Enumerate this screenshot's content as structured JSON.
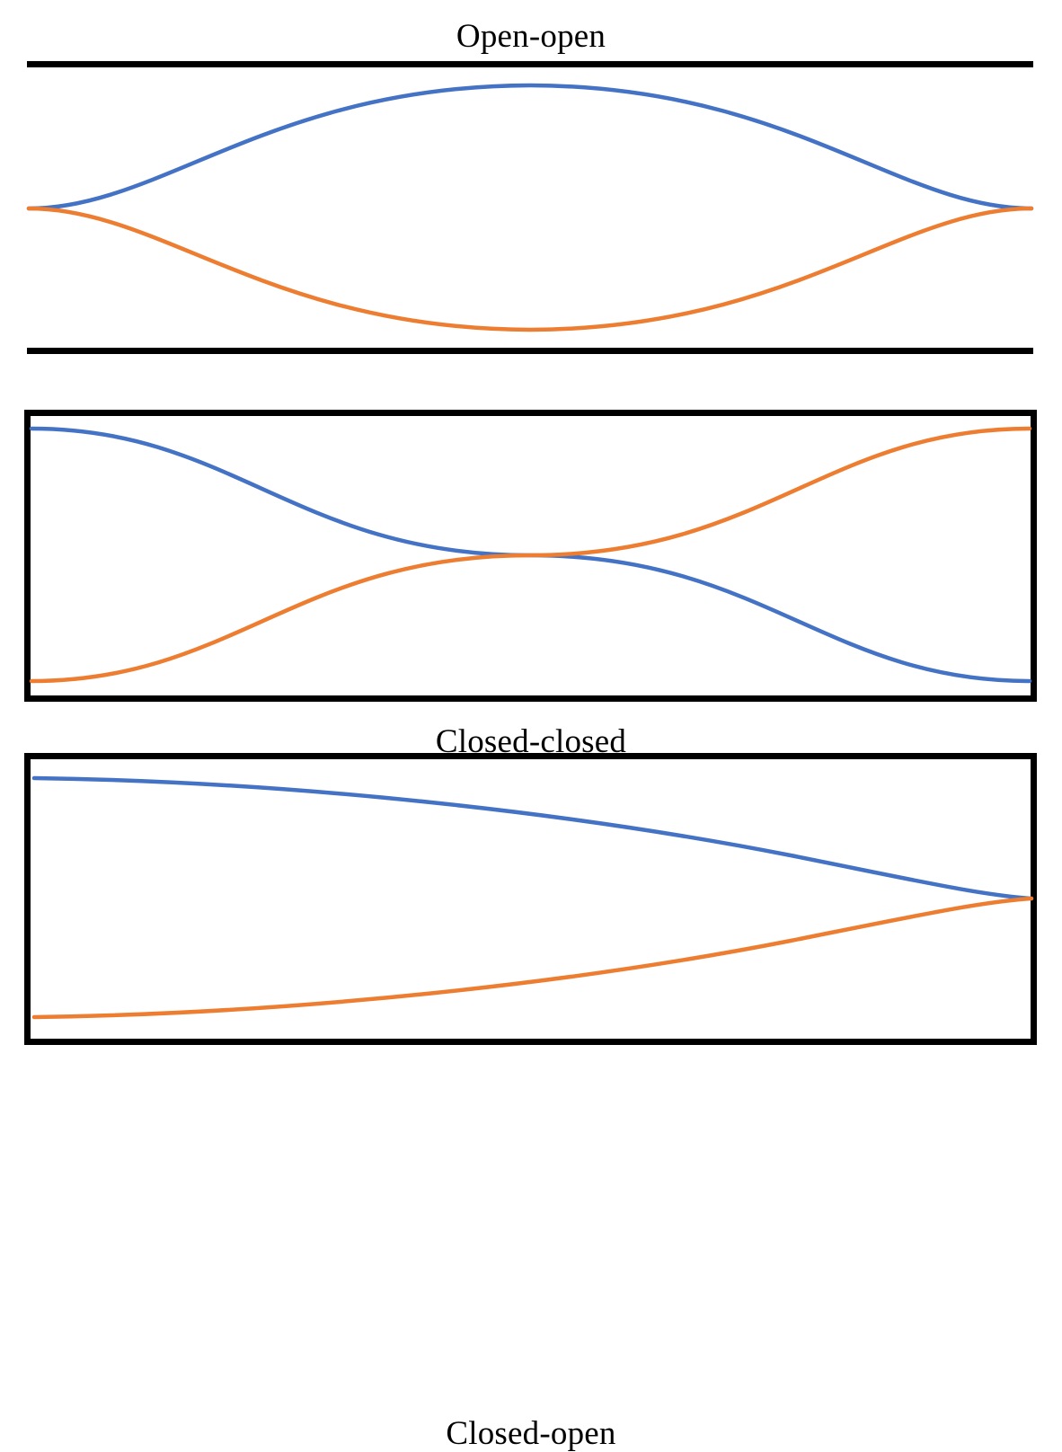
{
  "figure": {
    "caption": "",
    "background_color": "#ffffff",
    "wave_colors": {
      "wave_a": "#4472C4",
      "wave_b": "#ED7D31",
      "boundary": "#000000"
    }
  },
  "panels": [
    {
      "id": "open-open",
      "title": "Open-open",
      "boundary_style": "two-horizontal-lines",
      "left_end": "open",
      "right_end": "open"
    },
    {
      "id": "closed-closed",
      "title": "Closed-closed",
      "boundary_style": "full-rectangle",
      "left_end": "closed",
      "right_end": "closed"
    },
    {
      "id": "closed-open",
      "title": "Closed-open",
      "boundary_style": "full-rectangle",
      "left_end": "closed",
      "right_end": "open"
    }
  ],
  "chart_data": [
    {
      "type": "line",
      "title": "Open-open",
      "xlabel": "",
      "ylabel": "",
      "xlim": [
        0,
        1
      ],
      "ylim": [
        -1,
        1
      ],
      "grid": false,
      "legend": "none",
      "annotations": [
        "pipe walls drawn as top and bottom horizontal lines",
        "displacement antinodes at both open ends"
      ],
      "series": [
        {
          "name": "wave_a",
          "color": "#4472C4",
          "x": [
            0,
            0.05,
            0.1,
            0.15,
            0.2,
            0.25,
            0.3,
            0.35,
            0.4,
            0.45,
            0.5,
            0.55,
            0.6,
            0.65,
            0.7,
            0.75,
            0.8,
            0.85,
            0.9,
            0.95,
            1
          ],
          "values": [
            0,
            0.309,
            0.588,
            0.809,
            0.951,
            1,
            0.951,
            0.809,
            0.588,
            0.309,
            0,
            -0.309,
            -0.588,
            -0.809,
            -0.951,
            -1,
            -0.951,
            -0.809,
            -0.588,
            -0.309,
            0
          ]
        },
        {
          "name": "wave_b",
          "color": "#ED7D31",
          "x": [
            0,
            0.05,
            0.1,
            0.15,
            0.2,
            0.25,
            0.3,
            0.35,
            0.4,
            0.45,
            0.5,
            0.55,
            0.6,
            0.65,
            0.7,
            0.75,
            0.8,
            0.85,
            0.9,
            0.95,
            1
          ],
          "values": [
            0,
            -0.309,
            -0.588,
            -0.809,
            -0.951,
            -1,
            -0.951,
            -0.809,
            -0.588,
            -0.309,
            0,
            0.309,
            0.588,
            0.809,
            0.951,
            1,
            0.951,
            0.809,
            0.588,
            0.309,
            0
          ]
        }
      ],
      "drawn_segment": {
        "note": "only the half-wavelength between the two pipe ends is drawn",
        "x_range": [
          0,
          0.5
        ]
      }
    },
    {
      "type": "line",
      "title": "Closed-closed",
      "xlabel": "",
      "ylabel": "",
      "xlim": [
        0,
        1
      ],
      "ylim": [
        -1,
        1
      ],
      "grid": false,
      "legend": "none",
      "annotations": [
        "pipe walls drawn as a closed rectangle",
        "pressure antinodes at both closed ends",
        "curves cross at the midpoint"
      ],
      "series": [
        {
          "name": "wave_a",
          "color": "#4472C4",
          "x": [
            0,
            0.1,
            0.2,
            0.3,
            0.4,
            0.5,
            0.6,
            0.7,
            0.8,
            0.9,
            1
          ],
          "values": [
            1,
            0.951,
            0.809,
            0.588,
            0.309,
            0,
            -0.309,
            -0.588,
            -0.809,
            -0.951,
            -1
          ]
        },
        {
          "name": "wave_b",
          "color": "#ED7D31",
          "x": [
            0,
            0.1,
            0.2,
            0.3,
            0.4,
            0.5,
            0.6,
            0.7,
            0.8,
            0.9,
            1
          ],
          "values": [
            -1,
            -0.951,
            -0.809,
            -0.588,
            -0.309,
            0,
            0.309,
            0.588,
            0.809,
            0.951,
            1
          ]
        }
      ]
    },
    {
      "type": "line",
      "title": "Closed-open",
      "xlabel": "",
      "ylabel": "",
      "xlim": [
        0,
        1
      ],
      "ylim": [
        -1,
        1
      ],
      "grid": false,
      "legend": "none",
      "annotations": [
        "pipe walls drawn as a closed rectangle",
        "antinode at the closed left end, node at the open right end",
        "quarter-wavelength mode"
      ],
      "series": [
        {
          "name": "wave_a",
          "color": "#4472C4",
          "x": [
            0,
            0.1,
            0.2,
            0.3,
            0.4,
            0.5,
            0.6,
            0.7,
            0.8,
            0.9,
            1
          ],
          "values": [
            1,
            0.988,
            0.951,
            0.891,
            0.809,
            0.707,
            0.588,
            0.454,
            0.309,
            0.156,
            0
          ]
        },
        {
          "name": "wave_b",
          "color": "#ED7D31",
          "x": [
            0,
            0.1,
            0.2,
            0.3,
            0.4,
            0.5,
            0.6,
            0.7,
            0.8,
            0.9,
            1
          ],
          "values": [
            -1,
            -0.988,
            -0.951,
            -0.891,
            -0.809,
            -0.707,
            -0.588,
            -0.454,
            -0.309,
            -0.156,
            0
          ]
        }
      ]
    }
  ]
}
